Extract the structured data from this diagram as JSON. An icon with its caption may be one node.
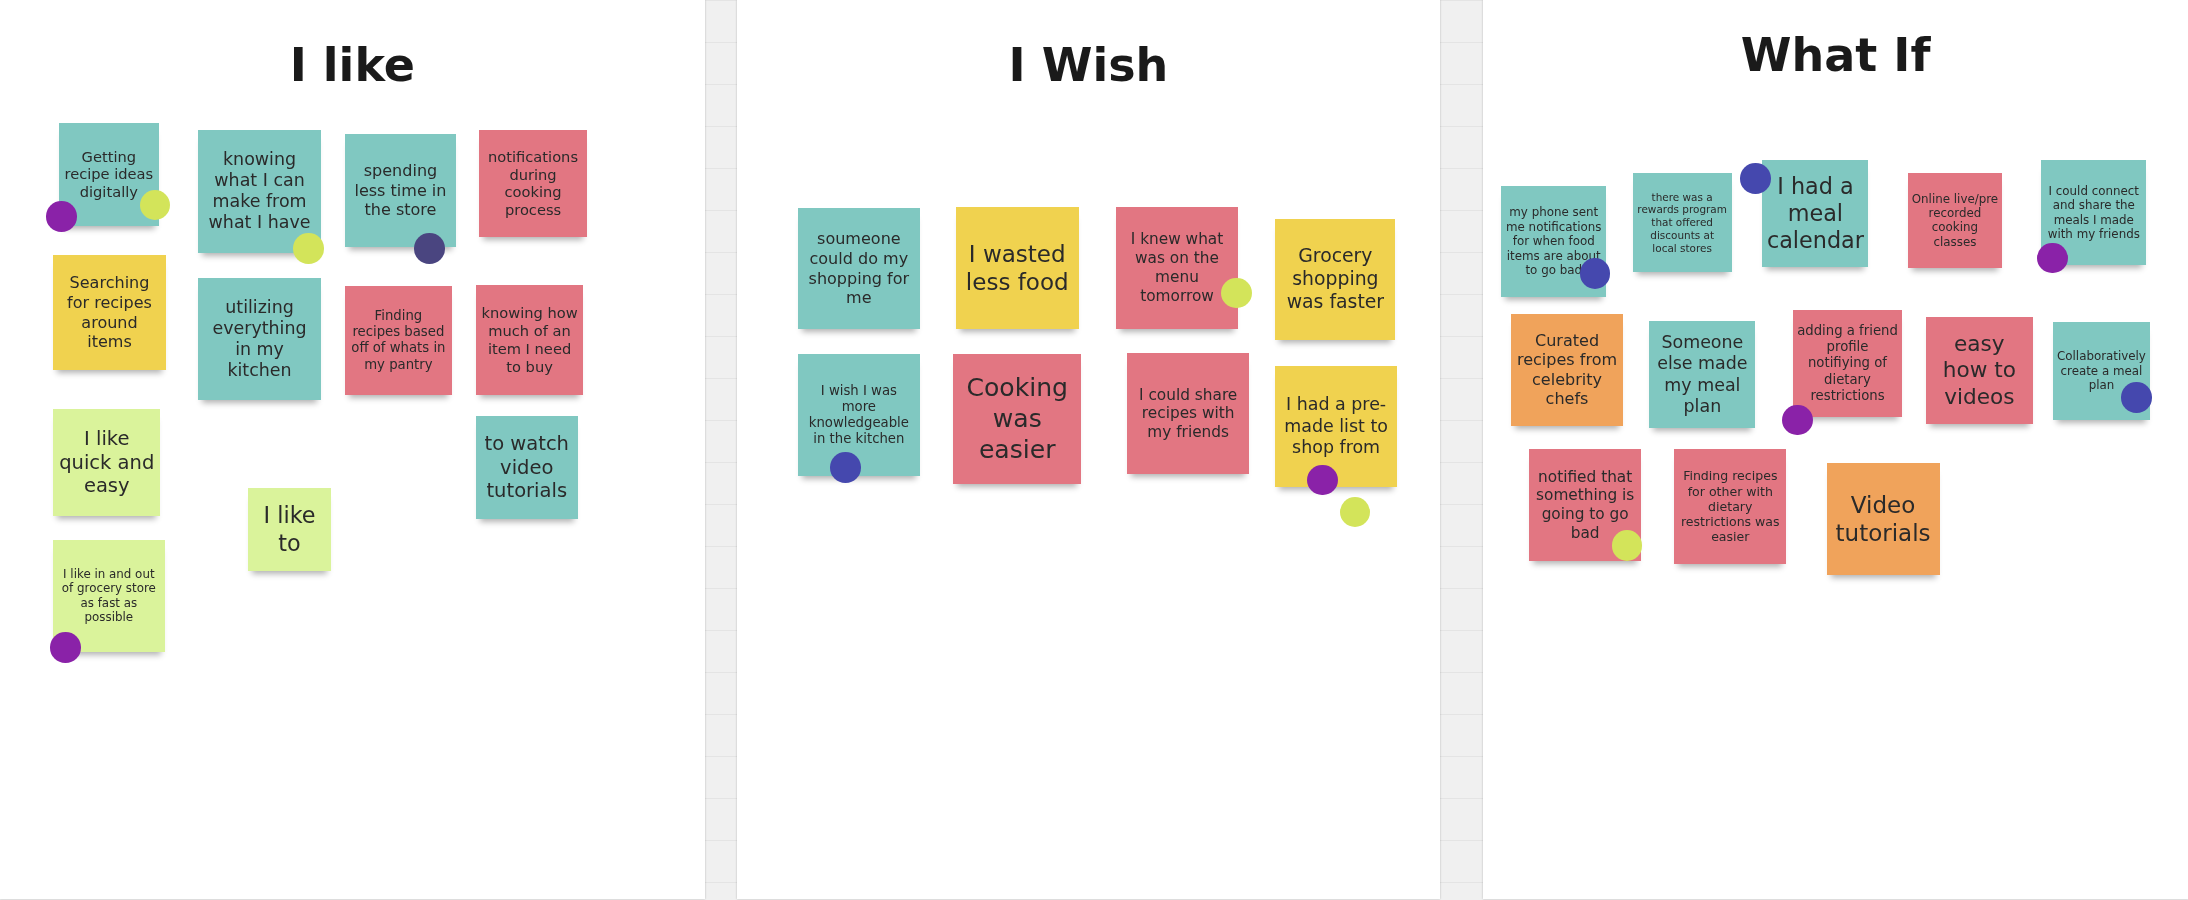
{
  "diagram": {
    "nodes": [
      {
        "text": [
          "I like"
        ]
      },
      {
        "text": [
          "Getting recipe ideas digitally"
        ],
        "in": 0
      },
      {
        "text": [
          "knowing what I can make from what I have"
        ],
        "in": 0
      },
      {
        "text": [
          "spending less time in the store"
        ],
        "in": 0
      },
      {
        "text": [
          "notifications during cooking process"
        ],
        "in": 0
      },
      {
        "text": [
          "Searching for recipes around items"
        ],
        "in": 0
      },
      {
        "text": [
          "utilizing everything in my kitchen"
        ],
        "in": 0
      },
      {
        "text": [
          "Finding recipes based off of whats in my pantry"
        ],
        "in": 0
      },
      {
        "text": [
          "knowing how much of an item I need to buy"
        ],
        "in": 0
      },
      {
        "text": [
          "I like quick and easy"
        ],
        "in": 0
      },
      {
        "text": [
          "to watch video tutorials"
        ],
        "in": 0
      },
      {
        "text": [
          "I like to"
        ],
        "in": 0
      },
      {
        "text": [
          "I like in and out of grocery store as fast as possible"
        ],
        "in": 0
      },
      {
        "text": [
          "I Wish"
        ]
      },
      {
        "text": [
          "soumeone could do my shopping for me"
        ],
        "in": 13
      },
      {
        "text": [
          "I wasted less food"
        ],
        "in": 13
      },
      {
        "text": [
          "I knew what was on the menu tomorrow"
        ],
        "in": 13
      },
      {
        "text": [
          "Grocery shopping was faster"
        ],
        "in": 13
      },
      {
        "text": [
          "I wish I was more knowledgeable in the kitchen"
        ],
        "in": 13
      },
      {
        "text": [
          "Cooking was easier"
        ],
        "in": 13
      },
      {
        "text": [
          "I could share recipes with my friends"
        ],
        "in": 13
      },
      {
        "text": [
          "I had a pre-made list to shop from"
        ],
        "in": 13
      },
      {
        "text": [
          "What If"
        ]
      },
      {
        "text": [
          "my phone sent me notifications for when food items are about to go bad"
        ],
        "in": 22
      },
      {
        "text": [
          "there was a rewards program that offered discounts at local stores"
        ],
        "in": 22
      },
      {
        "text": [
          "I had a meal calendar"
        ],
        "in": 22
      },
      {
        "text": [
          "Online live/pre recorded cooking classes"
        ],
        "in": 22
      },
      {
        "text": [
          "I could connect and share the meals I made with my friends"
        ],
        "in": 22
      },
      {
        "text": [
          "Curated recipes from celebrity chefs"
        ],
        "in": 22
      },
      {
        "text": [
          "Someone else made my meal plan"
        ],
        "in": 22
      },
      {
        "text": [
          "adding a friend profile notifiying of dietary restrictions"
        ],
        "in": 22
      },
      {
        "text": [
          "easy how to videos"
        ],
        "in": 22
      },
      {
        "text": [
          "Collaboratively create a meal plan"
        ],
        "in": 22
      },
      {
        "text": [
          "notified that something is going to go bad"
        ],
        "in": 22
      },
      {
        "text": [
          "Finding recipes for other with dietary restrictions was easier"
        ],
        "in": 22
      },
      {
        "text": [
          "Video tutorials"
        ],
        "in": 22
      }
    ]
  }
}
